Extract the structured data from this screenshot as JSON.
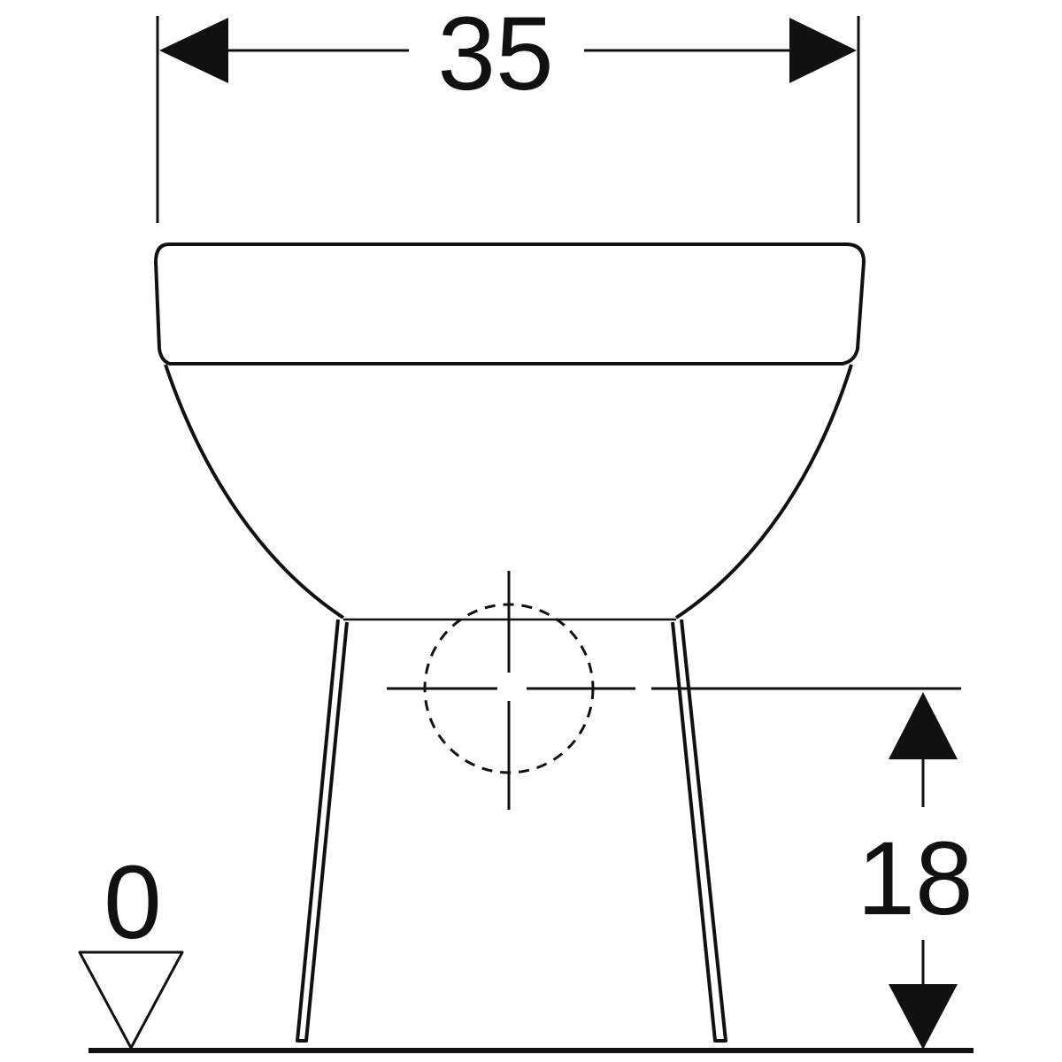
{
  "dimensions": {
    "width_label": "35",
    "outlet_height_label": "18",
    "floor_level_label": "0"
  },
  "colors": {
    "line": "#111111",
    "background": "#ffffff"
  }
}
